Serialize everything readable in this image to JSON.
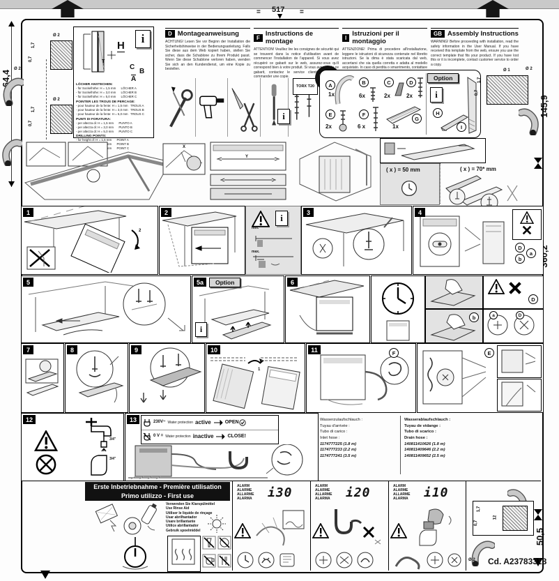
{
  "doc": {
    "code_label": "Cd. A23783318",
    "top_dim": "517",
    "eq_left": "=",
    "eq_right": "=",
    "left_dim": "64,4",
    "right_dim_top": "145,9",
    "right_dim_mid": "360,2",
    "right_dim_bottom": "50,5"
  },
  "icons": {
    "info": "i"
  },
  "dims": {
    "d17": "1,7",
    "d07": "0,7",
    "d12": "12",
    "dia2": "Ø 2",
    "dia1": "Ø 1"
  },
  "sections": [
    {
      "code": "D",
      "title": "Montageanweisung",
      "body": "ACHTUNG! Lesen Sie vor Beginn der Installation die Sicherheitshinweise in der Bedienungsanleitung. Falls Sie diese aus dem Web kopiert haben, stellen Sie sicher, dass die Schablone zu Ihrem Produkt passt. Wenn Sie diese Schablone verloren haben, wenden Sie sich an den Kundendienst, um eine Kopie zu bestellen."
    },
    {
      "code": "F",
      "title": "Instructions de montage",
      "body": "ATTENTION! Veuillez lire les consignes de sécurité qui se trouvent dans la notice d'utilisation avant de commencer l'installation de l'appareil. Si vous avez récupéré ce gabarit sur le web, assurez-vous qu'il correspond bien à votre produit. Si vous avez perdu ce gabarit, contactez le service clientèle pour en commander une copie."
    },
    {
      "code": "I",
      "title": "Istruzioni per il montaggio",
      "body": "ATTENZIONE! Prima di procedere all'installazione, leggere le istruzioni di sicurezza contenute nel libretto istruzioni. Se la dima è stata scaricata dal web, accertarsi che sia quella corretta e adatta al modello acquistato. In caso di perdita o smarrimento, contattare il servizio assistenza per ordinarne una copia."
    },
    {
      "code": "GB",
      "title": "Assembly Instructions",
      "body": "WARNING! Before proceeding with installation, read the safety information in the User Manual. If you have received this template from the web, ensure you use the correct template that fits your product. If you have lost this or it is incomplete, contact customer service to order a copy."
    }
  ],
  "info_box": {
    "h": "H",
    "t": "T",
    "a": "A",
    "b": "B",
    "c": "C",
    "blocks": [
      {
        "title": "LÖCHER ANSTECHEN:",
        "lines": [
          "- für Sockelhöhe: H = 1,5 mm      LÖCHER A",
          "- für Sockelhöhe: H = 3,0 mm      LÖCHER B",
          "- für Sockelhöhe: H = 5,0 mm      LÖCHER C"
        ]
      },
      {
        "title": "POINTER LES TROUS DE PERCAGE:",
        "lines": [
          "- pour hauteur de la fente: H = 1,5 mm   TROUS A",
          "- pour hauteur de la fente: H = 3,0 mm   TROUS B",
          "- pour hauteur de la fente: H = 5,0 mm   TROUS C"
        ]
      },
      {
        "title": "PUNTI DI FORATURA:",
        "lines": [
          "- per altezza di: H = 1,5 mm      PUNTO A",
          "- per altezza di: H = 3,0 mm      PUNTO B",
          "- per altezza di: H = 5,0 mm      PUNTO C"
        ]
      },
      {
        "title": "DRILLING POINTS:",
        "lines": [
          "- for height of: H = 1,5 mm      POINT A",
          "- for height of: H = 3,0 mm      POINT B",
          "- for height of: H = 5,0 mm      POINT C"
        ]
      }
    ]
  },
  "parts": {
    "items": [
      [
        "A",
        "1x"
      ],
      [
        "B",
        "6x"
      ],
      [
        "C",
        "2x"
      ],
      [
        "D",
        "2x"
      ],
      [
        "E",
        "2x"
      ],
      [
        "F",
        "6 x"
      ],
      [
        "G",
        "1x"
      ]
    ],
    "option_label": "Option",
    "h_part": "H",
    "i_part": "I",
    "torx": "TORX T20"
  },
  "steps": [
    "1",
    "2",
    "3",
    "4",
    "5",
    "5a",
    "6",
    "7",
    "8",
    "9",
    "10",
    "11",
    "12",
    "13"
  ],
  "clearance": {
    "x50": "( x ) = 50 mm",
    "x70": "( x ) = 70* mm"
  },
  "callouts": {
    "a": "a",
    "b": "b",
    "d": "D",
    "e": "E",
    "f": "F",
    "one": "1",
    "two": "2",
    "x": "X",
    "y": "Y"
  },
  "labels": {
    "min": "min.",
    "max": "max.",
    "option2": "Option"
  },
  "step12": {
    "size_top": "3/4\"",
    "size_bottom": "3/4\""
  },
  "step13": {
    "v_on": "230V~",
    "wp_on": "Water protection",
    "on_state": "active",
    "open": "OPEN",
    "v_off": "0 V =",
    "wp_off": "Water protection",
    "off_state": "inactive",
    "close": "CLOSE!"
  },
  "hoses": {
    "inlet": {
      "labels": [
        "Wasserzulaufschlauch :",
        "Tuyau d'arrivée :",
        "Tubo di carico :",
        "Inlet hose :"
      ],
      "parts": [
        "1174777225 (1.8 m)",
        "1174777233 (2.2 m)",
        "1174777241 (3.5 m)"
      ]
    },
    "drain": {
      "labels": [
        "Wasserablaufschlauch :",
        "Tuyau de vidange :",
        "Tubo di scarico :",
        "Drain hose :"
      ],
      "parts": [
        "140811410626 (1.8 m)",
        "140811409646 (2.2 m)",
        "140811409652 (2.5 m)"
      ]
    }
  },
  "first_use": {
    "banner1": "Erste Inbetriebnahme - Première utilisation",
    "banner2": "Primo utilizzo - First use",
    "rinse_aid": [
      "Verwenden Sie Klarspülmittel",
      "Use Rinse Aid",
      "Utiliser le liquide de rinçage",
      "Usar abrilhantador",
      "Usare brillantante",
      "Utilice abrillantador",
      "Gebruik spoelmiddel"
    ]
  },
  "alarms": {
    "labels": [
      "ALARM",
      "ALARME",
      "ALLARME",
      "ALARMA"
    ],
    "codes": [
      "i30",
      "i20",
      "i10"
    ]
  }
}
